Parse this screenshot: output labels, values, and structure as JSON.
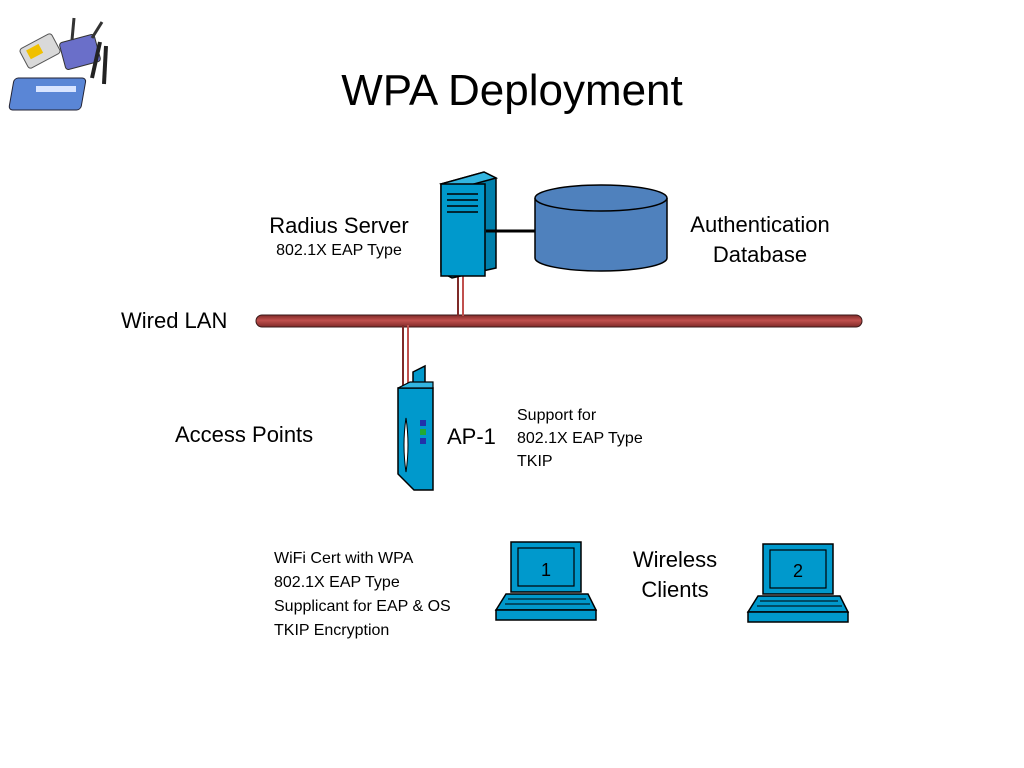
{
  "title": "WPA Deployment",
  "radius_server": {
    "label": "Radius Server",
    "sublabel": "802.1X EAP Type"
  },
  "auth_database": {
    "line1": "Authentication",
    "line2": "Database"
  },
  "wired_lan": {
    "label": "Wired LAN"
  },
  "access_points": {
    "group_label": "Access Points",
    "ap_name": "AP-1",
    "support_lines": [
      "Support for",
      "802.1X EAP Type",
      "TKIP"
    ]
  },
  "client_requirements": {
    "lines": [
      "WiFi Cert with WPA",
      "802.1X EAP Type",
      "Supplicant for EAP & OS",
      "TKIP Encryption"
    ]
  },
  "wireless_clients": {
    "line1": "Wireless",
    "line2": "Clients",
    "laptops": [
      {
        "number": "1"
      },
      {
        "number": "2"
      }
    ]
  },
  "colors": {
    "device_blue": "#0099cc",
    "device_outline": "#000000",
    "database_blue": "#4f81bd",
    "lan_cable": "#c0504d",
    "lan_cable_dark": "#7f2a28"
  },
  "icons": [
    "router-logo-icon",
    "server-icon",
    "database-icon",
    "access-point-icon",
    "laptop-icon"
  ]
}
